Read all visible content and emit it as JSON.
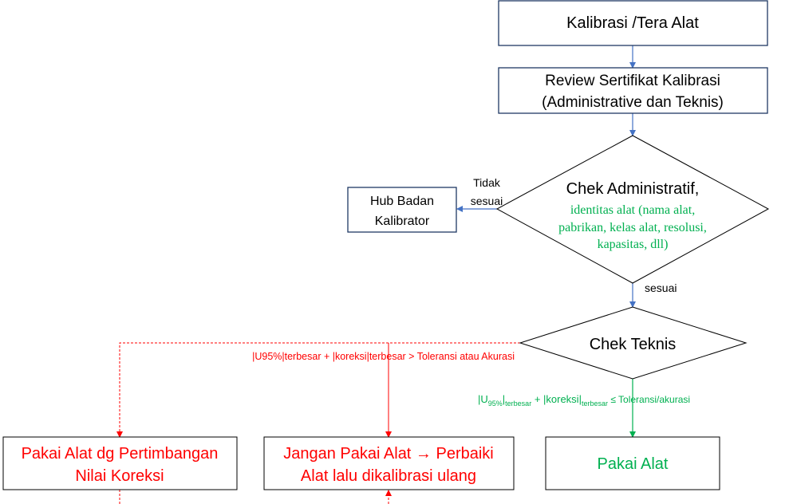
{
  "colors": {
    "box_border": "#1f3864",
    "arrow_blue": "#4472c4",
    "red": "#ff0000",
    "green": "#00b050",
    "text_dark": "#000000"
  },
  "nodes": {
    "kalibrasi": {
      "label": "Kalibrasi /Tera Alat"
    },
    "review": {
      "line1": "Review Sertifikat Kalibrasi",
      "line2": "(Administrative dan Teknis)"
    },
    "chek_admin": {
      "title": "Chek Administratif,",
      "detail1": "identitas alat (nama alat,",
      "detail2": "pabrikan, kelas alat, resolusi,",
      "detail3": "kapasitas, dll)"
    },
    "hub_badan": {
      "line1": "Hub Badan",
      "line2": "Kalibrator"
    },
    "chek_teknis": {
      "label": "Chek Teknis"
    },
    "pakai_pertimbangan": {
      "line1": "Pakai Alat dg Pertimbangan",
      "line2": "Nilai Koreksi"
    },
    "jangan_pakai": {
      "line1": "Jangan Pakai Alat → Perbaiki",
      "line2": "Alat lalu dikalibrasi ulang"
    },
    "pakai_alat": {
      "label": "Pakai Alat"
    }
  },
  "edge_labels": {
    "tidak": "Tidak",
    "sesuai_left": "sesuai",
    "sesuai_down": "sesuai",
    "red_condition": "|U95%|terbesar + |koreksi|terbesar > Toleransi atau Akurasi",
    "green_condition": {
      "p1": "|U",
      "sub1": "95%",
      "p2": "|",
      "sub2": "terbesar",
      "p3": " + |koreksi|",
      "sub3": "terbesar",
      "p4": " ≤ Toleransi/akurasi"
    }
  }
}
